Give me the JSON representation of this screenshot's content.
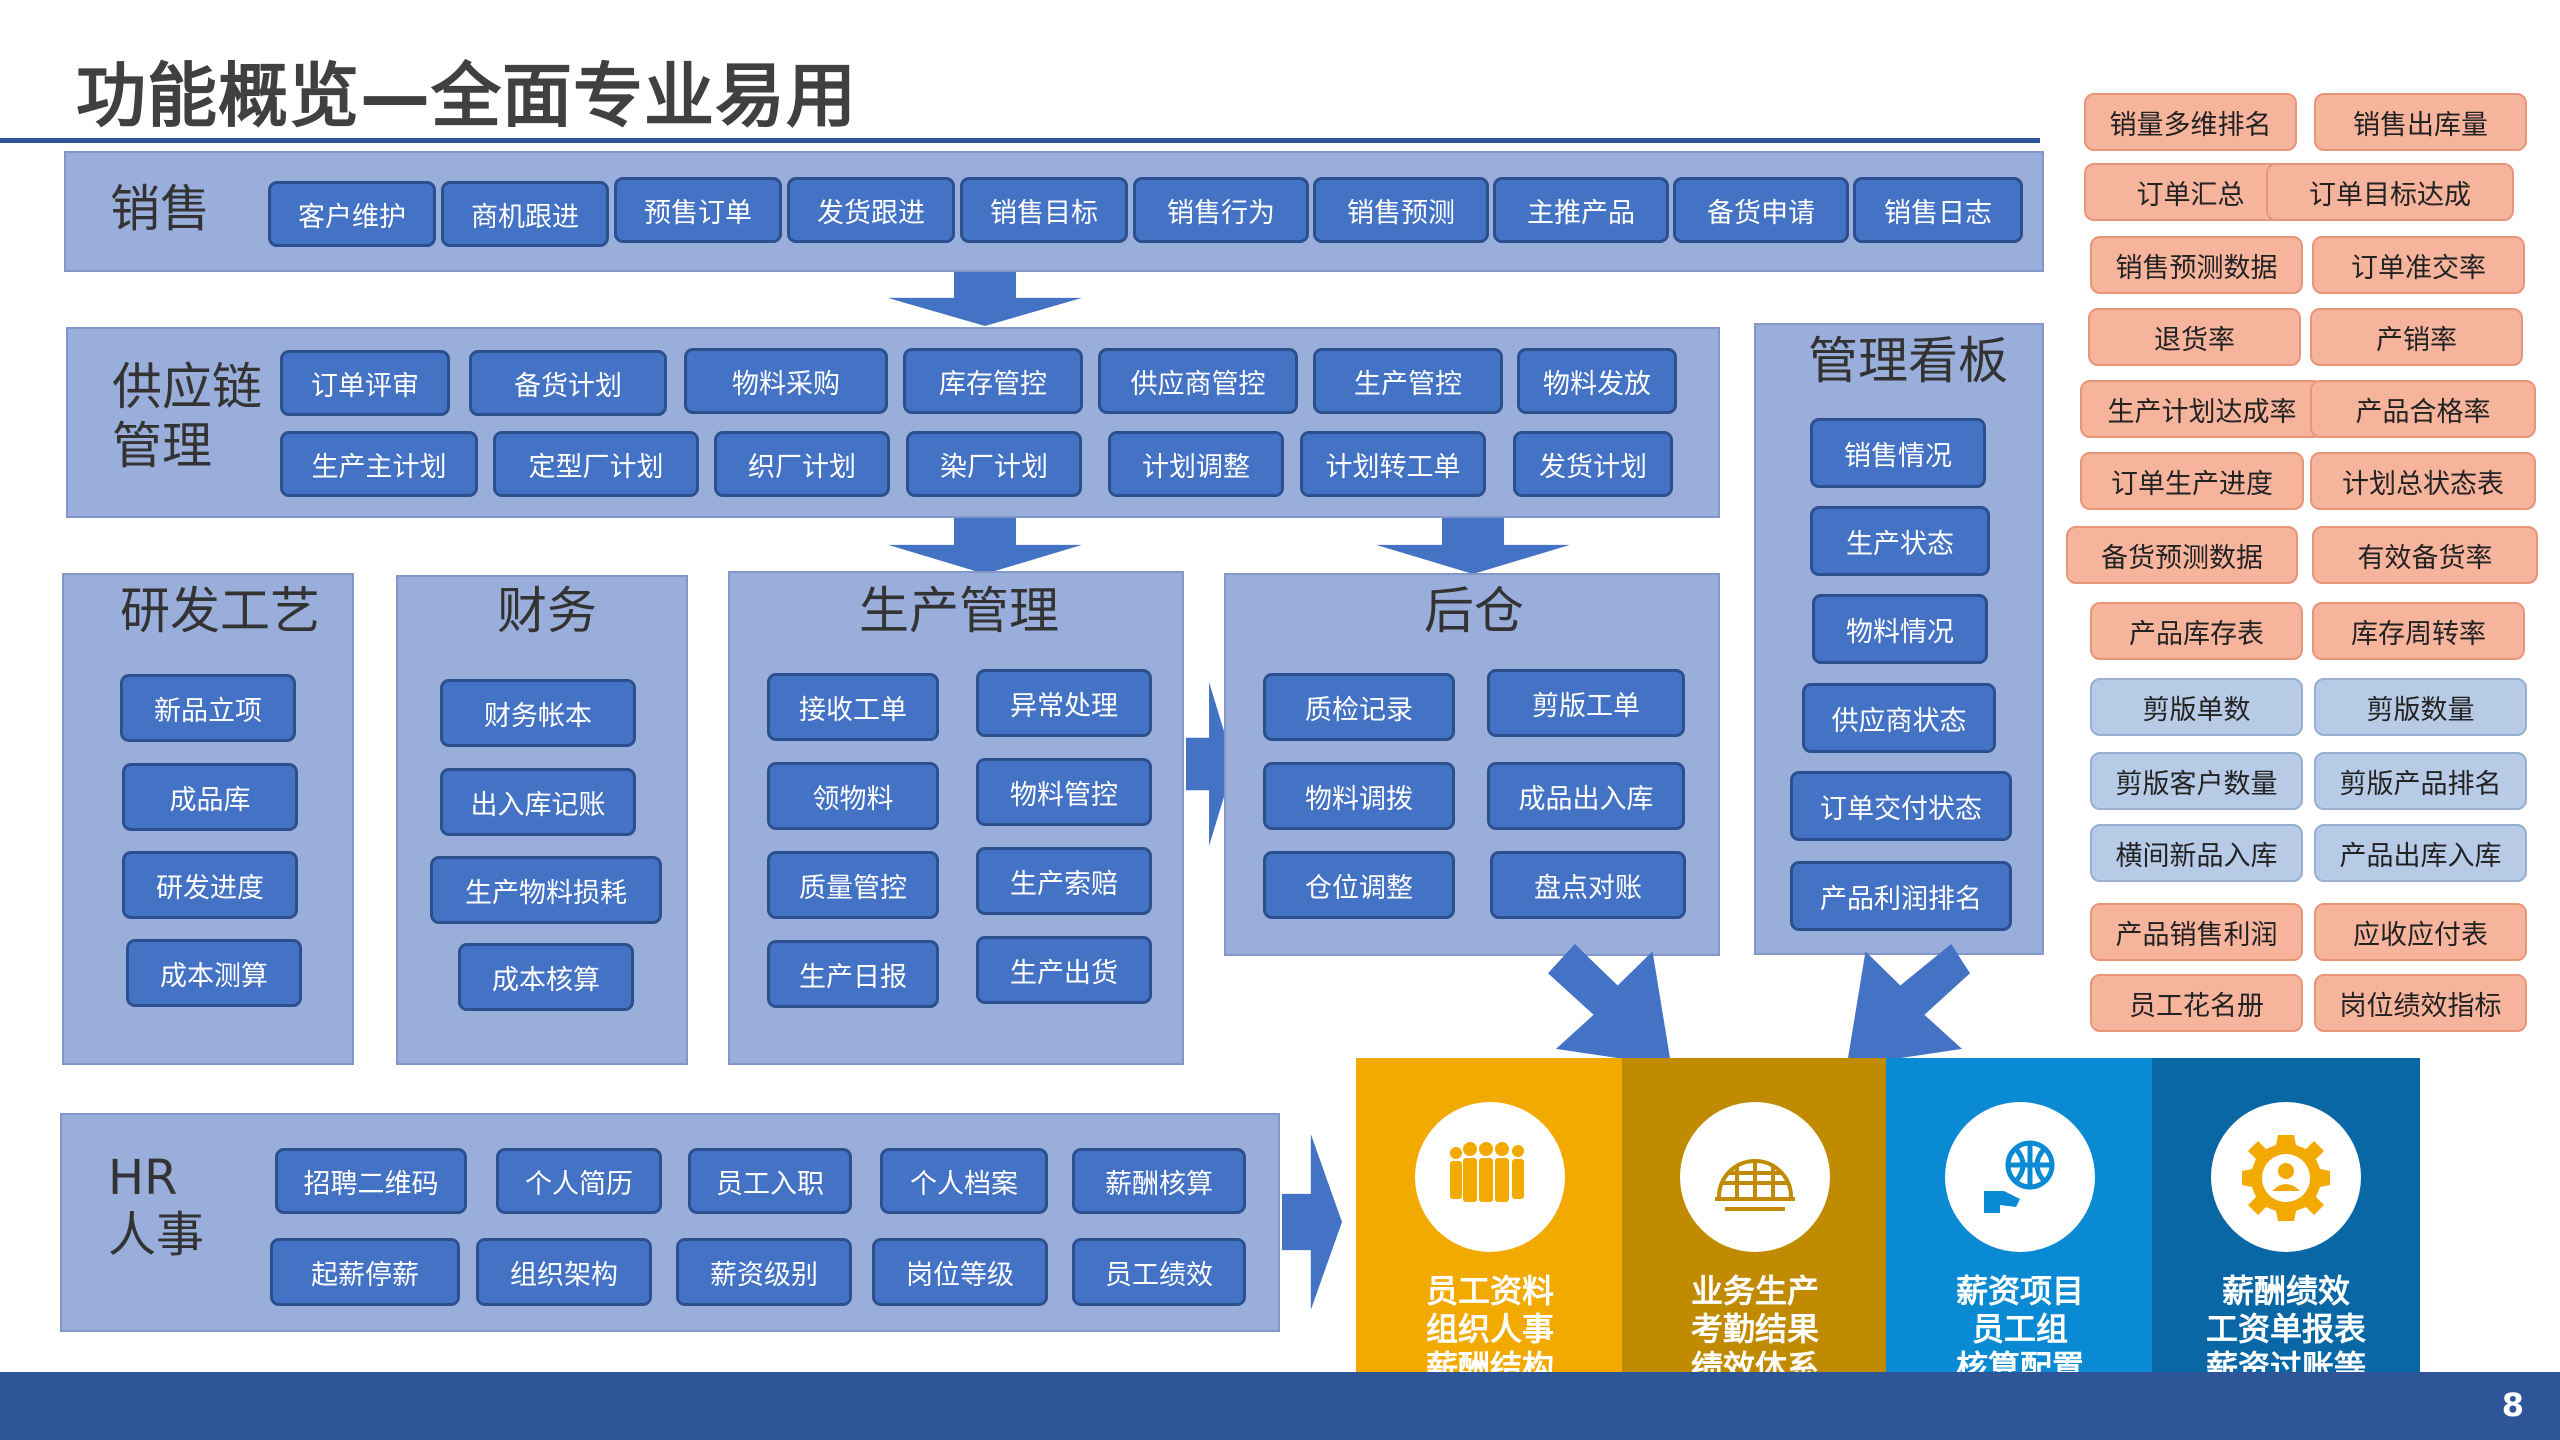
{
  "title": "功能概览—全面专业易用",
  "page_number": "8",
  "sales": {
    "label": "销售",
    "items": [
      "客户维护",
      "商机跟进",
      "预售订单",
      "发货跟进",
      "销售目标",
      "销售行为",
      "销售预测",
      "主推产品",
      "备货申请",
      "销售日志"
    ]
  },
  "supply": {
    "label": "供应链\n管理",
    "row1": [
      "订单评审",
      "备货计划",
      "物料采购",
      "库存管控",
      "供应商管控",
      "生产管控",
      "物料发放"
    ],
    "row2": [
      "生产主计划",
      "定型厂计划",
      "织厂计划",
      "染厂计划",
      "计划调整",
      "计划转工单",
      "发货计划"
    ]
  },
  "rd": {
    "label": "研发工艺",
    "items": [
      "新品立项",
      "成品库",
      "研发进度",
      "成本测算"
    ]
  },
  "finance": {
    "label": "财务",
    "items": [
      "财务帐本",
      "出入库记账",
      "生产物料损耗",
      "成本核算"
    ]
  },
  "production": {
    "label": "生产管理",
    "items": [
      "接收工单",
      "异常处理",
      "领物料",
      "物料管控",
      "质量管控",
      "生产索赔",
      "生产日报",
      "生产出货"
    ]
  },
  "warehouse": {
    "label": "后仓",
    "items": [
      "质检记录",
      "剪版工单",
      "物料调拨",
      "成品出入库",
      "仓位调整",
      "盘点对账"
    ]
  },
  "dashboard": {
    "label": "管理看板",
    "items": [
      "销售情况",
      "生产状态",
      "物料情况",
      "供应商状态",
      "订单交付状态",
      "产品利润排名"
    ]
  },
  "hr": {
    "label": "HR\n人事",
    "row1": [
      "招聘二维码",
      "个人简历",
      "员工入职",
      "个人档案",
      "薪酬核算"
    ],
    "row2": [
      "起薪停薪",
      "组织架构",
      "薪资级别",
      "岗位等级",
      "员工绩效"
    ]
  },
  "kpis": [
    {
      "text": "销量多维排名",
      "style": "orange"
    },
    {
      "text": "销售出库量",
      "style": "orange"
    },
    {
      "text": "订单汇总",
      "style": "orange"
    },
    {
      "text": "订单目标达成",
      "style": "orange"
    },
    {
      "text": "销售预测数据",
      "style": "orange"
    },
    {
      "text": "订单准交率",
      "style": "orange"
    },
    {
      "text": "退货率",
      "style": "orange"
    },
    {
      "text": "产销率",
      "style": "orange"
    },
    {
      "text": "生产计划达成率",
      "style": "orange"
    },
    {
      "text": "产品合格率",
      "style": "orange"
    },
    {
      "text": "订单生产进度",
      "style": "orange"
    },
    {
      "text": "计划总状态表",
      "style": "orange"
    },
    {
      "text": "备货预测数据",
      "style": "orange"
    },
    {
      "text": "有效备货率",
      "style": "orange"
    },
    {
      "text": "产品库存表",
      "style": "orange"
    },
    {
      "text": "库存周转率",
      "style": "orange"
    },
    {
      "text": "剪版单数",
      "style": "blue"
    },
    {
      "text": "剪版数量",
      "style": "blue"
    },
    {
      "text": "剪版客户数量",
      "style": "blue"
    },
    {
      "text": "剪版产品排名",
      "style": "blue"
    },
    {
      "text": "横间新品入库",
      "style": "blue"
    },
    {
      "text": "产品出库入库",
      "style": "blue"
    },
    {
      "text": "产品销售利润",
      "style": "orange"
    },
    {
      "text": "应收应付表",
      "style": "orange"
    },
    {
      "text": "员工花名册",
      "style": "orange"
    },
    {
      "text": "岗位绩效指标",
      "style": "orange"
    }
  ],
  "tiles": [
    {
      "lines": [
        "员工资料",
        "组织人事",
        "薪酬结构"
      ],
      "color": "#f2a900",
      "icon": "people-icon"
    },
    {
      "lines": [
        "业务生产",
        "考勤结果",
        "绩效体系"
      ],
      "color": "#c08b00",
      "icon": "globe-dome-icon"
    },
    {
      "lines": [
        "薪资项目",
        "员工组",
        "核算配置"
      ],
      "color": "#0a8ad2",
      "icon": "hand-globe-icon"
    },
    {
      "lines": [
        "薪酬绩效",
        "工资单报表",
        "薪资过账等"
      ],
      "color": "#0a67a6",
      "icon": "gear-person-icon"
    }
  ]
}
